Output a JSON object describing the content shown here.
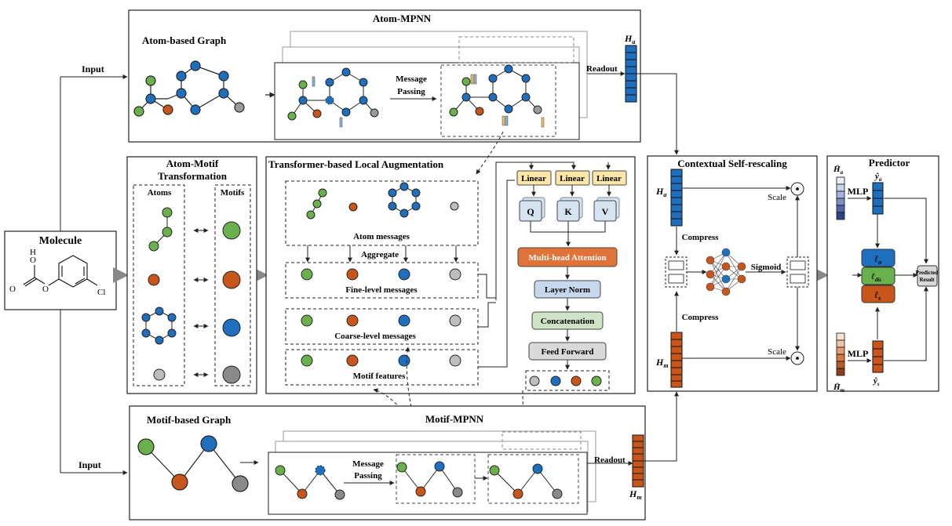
{
  "molecule": {
    "title": "Molecule",
    "labels": {
      "o_hydroxyl": "O",
      "h": "H",
      "o_carbonyl": "O",
      "o_ether": "O",
      "cl": "Cl"
    }
  },
  "input_labels": {
    "atom": "Input",
    "motif": "Input"
  },
  "atom_mpnn": {
    "title": "Atom-MPNN",
    "graph_title": "Atom-based Graph",
    "message_passing": [
      "Message",
      "Passing"
    ],
    "readout": "Readout",
    "output": {
      "main": "H",
      "sub": "a"
    }
  },
  "motif_mpnn": {
    "title": "Motif-MPNN",
    "graph_title": "Motif-based Graph",
    "message_passing": [
      "Message",
      "Passing"
    ],
    "readout": "Readout",
    "output": {
      "main": "H",
      "sub": "m"
    }
  },
  "transformation": {
    "title_lines": [
      "Atom-Motif",
      "Transformation"
    ],
    "atoms_label": "Atoms",
    "motifs_label": "Motifs"
  },
  "augmentation": {
    "title": "Transformer-based Local Augmentation",
    "atom_messages": "Atom messages",
    "aggregate": "Aggregate",
    "fine_level": "Fine-level messages",
    "coarse_level": "Coarse-level messages",
    "motif_features": "Motif features",
    "linear_labels": [
      "Linear",
      "Linear",
      "Linear"
    ],
    "qkv": [
      "Q",
      "K",
      "V"
    ],
    "attention": "Multi-head Attention",
    "layer_norm": "Layer Norm",
    "concatenation": "Concatenation",
    "feed_forward": "Feed Forward"
  },
  "self_rescaling": {
    "title": "Contextual Self-rescaling",
    "compress_top": "Compress",
    "compress_bottom": "Compress",
    "sigmoid": "Sigmoid",
    "scale_top": "Scale",
    "scale_bottom": "Scale",
    "ha": {
      "main": "H",
      "sub": "a"
    },
    "hm": {
      "main": "H",
      "sub": "m"
    }
  },
  "predictor": {
    "title": "Predictor",
    "mlp_top": "MLP",
    "mlp_bottom": "MLP",
    "ya": {
      "main": "ŷ",
      "sub": "a"
    },
    "ys": {
      "main": "ŷ",
      "sub": "s"
    },
    "ha_bar": {
      "main": "H̄",
      "sub": "a"
    },
    "hm_bar": {
      "main": "H̄",
      "sub": "m"
    },
    "la": {
      "main": "ℓ",
      "sub": "a"
    },
    "ldis": {
      "main": "ℓ",
      "sub": "dis"
    },
    "ls": {
      "main": "ℓ",
      "sub": "s"
    },
    "predicted": [
      "Predicted",
      "Result"
    ]
  },
  "colors": {
    "blue": "#1f6fbf",
    "orange": "#c8561b",
    "green": "#6ab04c",
    "gray": "#9a9a9a",
    "linear_fill": "#fde7a6",
    "qkv_fill": "#d6e4f2",
    "attention_fill": "#e0733a",
    "layernorm_fill": "#c6d7ee",
    "concat_fill": "#cfe4c4",
    "ff_fill": "#d9d9d9"
  }
}
